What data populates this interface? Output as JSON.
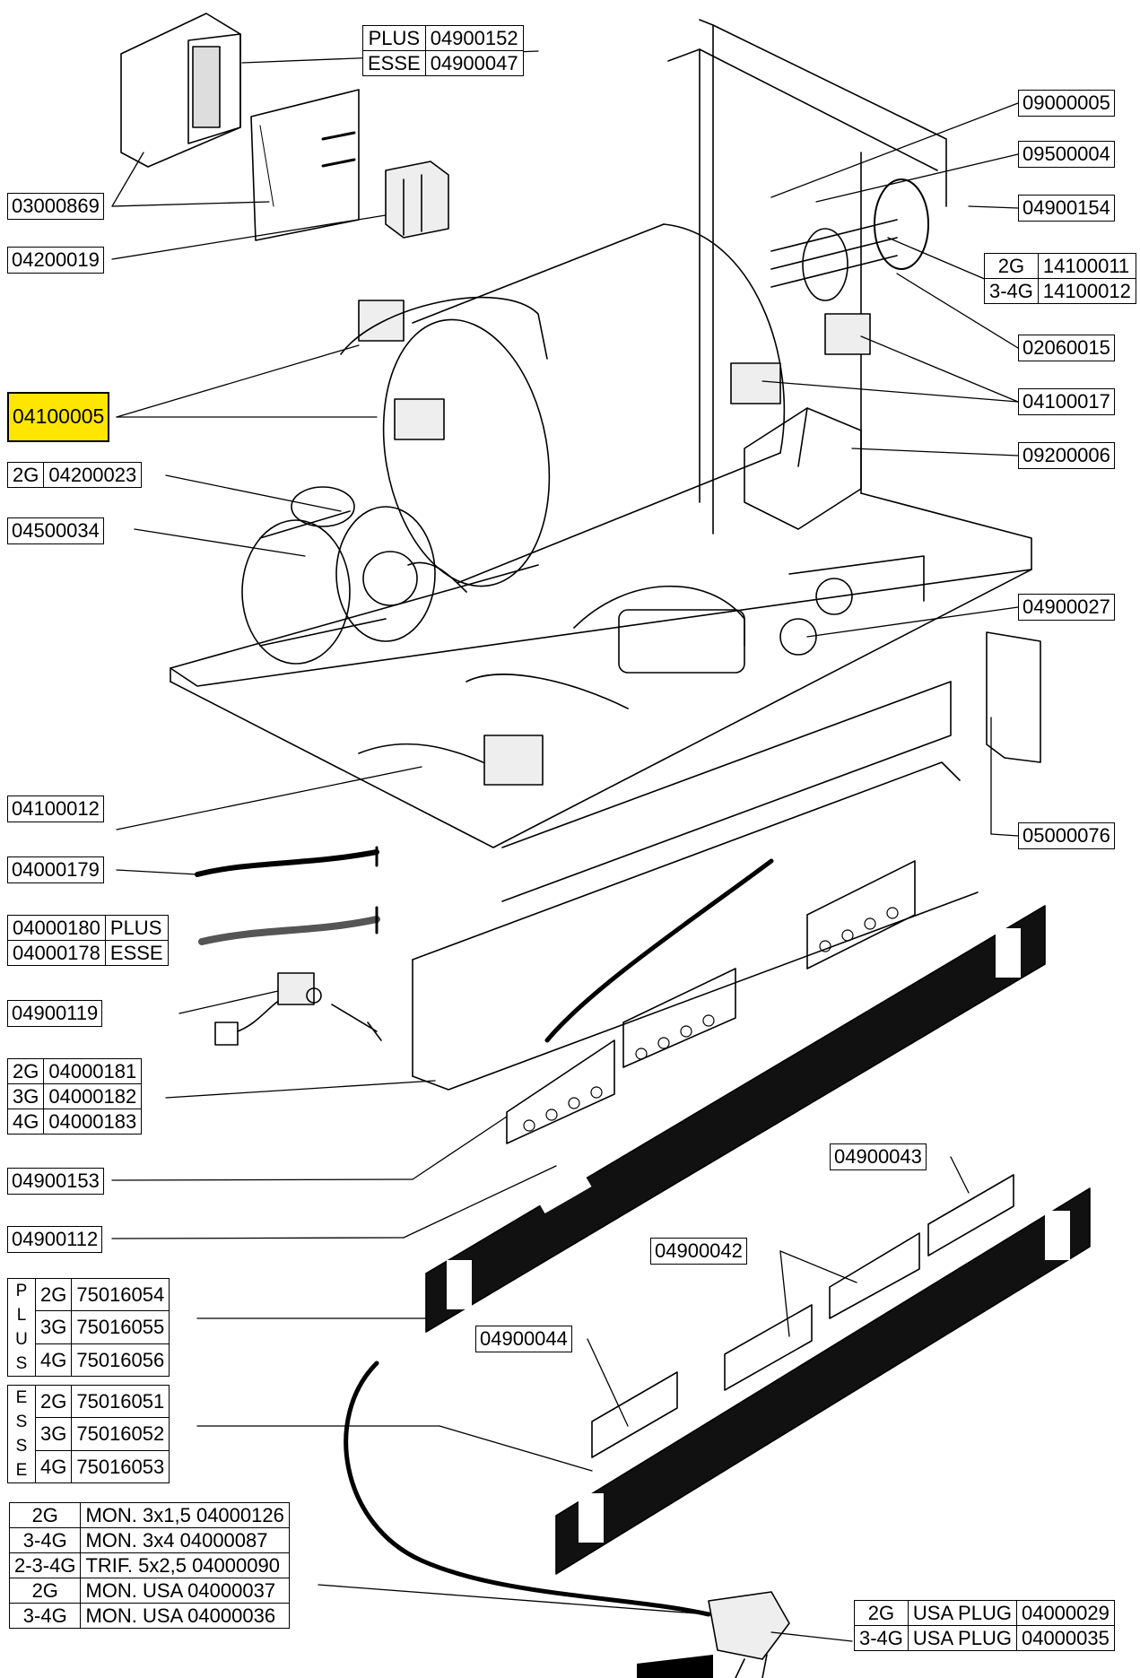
{
  "single_labels": [
    {
      "id": "l03000869",
      "text": "03000869"
    },
    {
      "id": "l04200019",
      "text": "04200019"
    },
    {
      "id": "l04100005",
      "text": "04100005"
    },
    {
      "id": "l04500034",
      "text": "04500034"
    },
    {
      "id": "l04100012",
      "text": "04100012"
    },
    {
      "id": "l04000179",
      "text": "04000179"
    },
    {
      "id": "l04900119",
      "text": "04900119"
    },
    {
      "id": "l04900153",
      "text": "04900153"
    },
    {
      "id": "l04900112",
      "text": "04900112"
    },
    {
      "id": "l09000005",
      "text": "09000005"
    },
    {
      "id": "l09500004",
      "text": "09500004"
    },
    {
      "id": "l04900154",
      "text": "04900154"
    },
    {
      "id": "l02060015",
      "text": "02060015"
    },
    {
      "id": "l04100017",
      "text": "04100017"
    },
    {
      "id": "l09200006",
      "text": "09200006"
    },
    {
      "id": "l04900027",
      "text": "04900027"
    },
    {
      "id": "l05000076",
      "text": "05000076"
    },
    {
      "id": "l04900043",
      "text": "04900043"
    },
    {
      "id": "l04900042",
      "text": "04900042"
    },
    {
      "id": "l04900044",
      "text": "04900044"
    }
  ],
  "board_table": {
    "rows": [
      [
        "PLUS",
        "04900152"
      ],
      [
        "ESSE",
        "04900047"
      ]
    ]
  },
  "element_table": {
    "rows": [
      [
        "2G",
        "14100011"
      ],
      [
        "3-4G",
        "14100012"
      ]
    ]
  },
  "pump_table": {
    "rows": [
      [
        "2G",
        "04200023"
      ]
    ]
  },
  "cable_table": {
    "rows": [
      [
        "04000180",
        "PLUS"
      ],
      [
        "04000178",
        "ESSE"
      ]
    ]
  },
  "harness_table": {
    "rows": [
      [
        "2G",
        "04000181"
      ],
      [
        "3G",
        "04000182"
      ],
      [
        "4G",
        "04000183"
      ]
    ]
  },
  "plus_panel": {
    "letters": [
      "P",
      "L",
      "U",
      "S"
    ],
    "rows": [
      [
        "2G",
        "75016054"
      ],
      [
        "3G",
        "75016055"
      ],
      [
        "4G",
        "75016056"
      ]
    ]
  },
  "esse_panel": {
    "letters": [
      "E",
      "S",
      "S",
      "E"
    ],
    "rows": [
      [
        "2G",
        "75016051"
      ],
      [
        "3G",
        "75016052"
      ],
      [
        "4G",
        "75016053"
      ]
    ]
  },
  "cord_table": {
    "rows": [
      [
        "2G",
        "MON. 3x1,5 04000126"
      ],
      [
        "3-4G",
        "MON. 3x4    04000087"
      ],
      [
        "2-3-4G",
        "TRIF.  5x2,5 04000090"
      ],
      [
        "2G",
        "MON. USA   04000037"
      ],
      [
        "3-4G",
        "MON. USA   04000036"
      ]
    ]
  },
  "plug_table": {
    "rows": [
      [
        "2G",
        "USA PLUG",
        "04000029"
      ],
      [
        "3-4G",
        "USA PLUG",
        "04000035"
      ]
    ]
  },
  "colors": {
    "highlight": "#ffe600",
    "line": "#000000"
  }
}
